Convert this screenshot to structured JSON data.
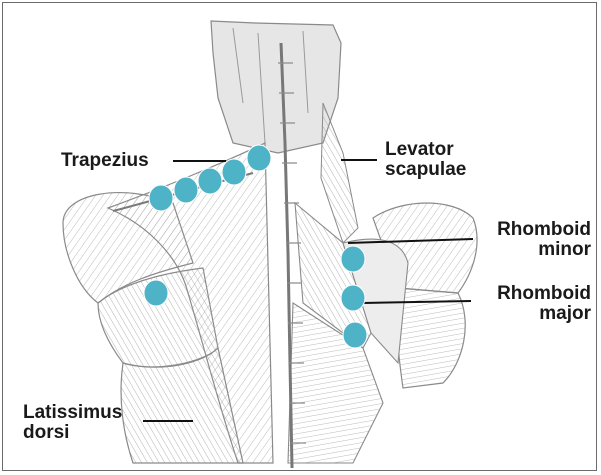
{
  "labels": {
    "trapezius": "Trapezius",
    "levator": "Levator\nscapulae",
    "rhomboid_minor": "Rhomboid\nminor",
    "rhomboid_major": "Rhomboid\nmajor",
    "latissimus": "Latissimus\ndorsi"
  },
  "colors": {
    "marker": "#4fb3c8",
    "muscle_fill": "#ececec",
    "muscle_line": "#8a8a8a",
    "leader_line": "#111111",
    "frame": "#6b6b6b"
  }
}
